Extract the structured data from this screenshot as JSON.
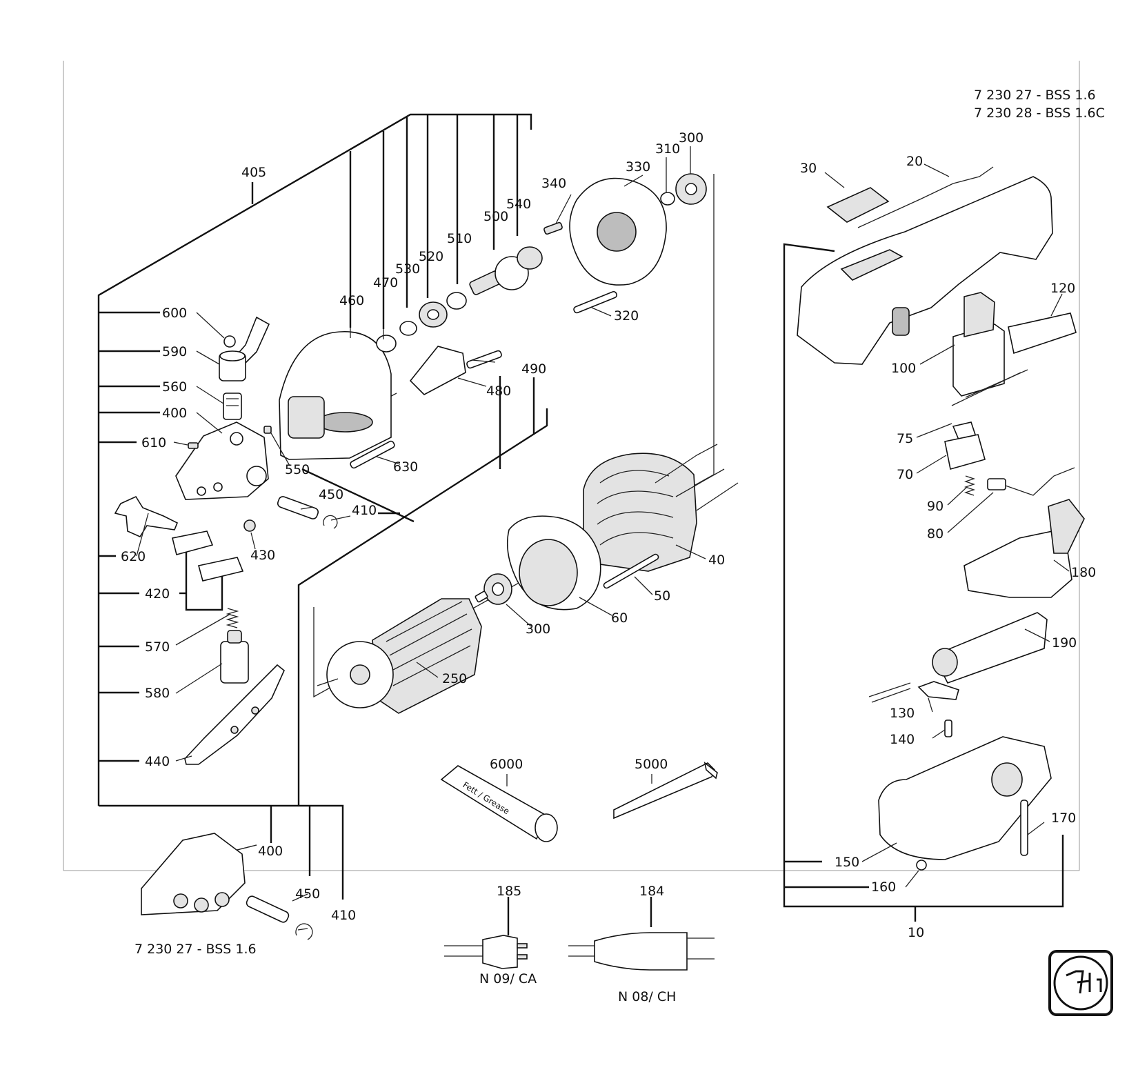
{
  "header": {
    "model_line_1": "7 230 27 - BSS 1.6",
    "model_line_2": "7 230 28 - BSS 1.6C"
  },
  "footer": {
    "variant_label": "7 230 27 - BSS 1.6",
    "plug_ca_label": "N 09/ CA",
    "plug_ch_label": "N 08/ CH"
  },
  "grease_tube_text": "Fett / Grease",
  "labels": {
    "p405": "405",
    "p460": "460",
    "p470": "470",
    "p530": "530",
    "p520": "520",
    "p510": "510",
    "p500": "500",
    "p540": "540",
    "p340": "340",
    "p330": "330",
    "p310": "310",
    "p300a": "300",
    "p320": "320",
    "p490": "490",
    "p480": "480",
    "p600": "600",
    "p590": "590",
    "p560": "560",
    "p400a": "400",
    "p610": "610",
    "p550": "550",
    "p630": "630",
    "p450a": "450",
    "p410a": "410",
    "p620": "620",
    "p430": "430",
    "p420": "420",
    "p570": "570",
    "p580": "580",
    "p440": "440",
    "p250": "250",
    "p300b": "300",
    "p60": "60",
    "p50": "50",
    "p40": "40",
    "p6000": "6000",
    "p5000": "5000",
    "p400b": "400",
    "p450b": "450",
    "p410b": "410",
    "p185": "185",
    "p184": "184",
    "p30": "30",
    "p20": "20",
    "p120": "120",
    "p100": "100",
    "p75": "75",
    "p70": "70",
    "p90": "90",
    "p80": "80",
    "p180": "180",
    "p190": "190",
    "p130": "130",
    "p140": "140",
    "p170": "170",
    "p150": "150",
    "p160": "160",
    "p10": "10"
  }
}
